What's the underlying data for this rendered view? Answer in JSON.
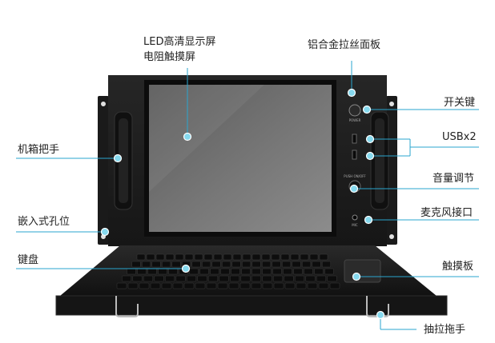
{
  "labels": {
    "lcd_line1": "LED高清显示屏",
    "lcd_line2": "电阻触摸屏",
    "panel": "铝合金拉丝面板",
    "power_switch": "开关键",
    "usb": "USBx2",
    "handle": "机箱把手",
    "volume": "音量调节",
    "mount_holes": "嵌入式孔位",
    "mic_port": "麦克风接口",
    "keyboard": "键盘",
    "touchpad": "触摸板",
    "drawer_handle": "抽拉拖手"
  },
  "device": {
    "power_text": "POWER",
    "volume_text": "PUSH ON/OFF",
    "mic_text": "MIC"
  },
  "colors": {
    "chassis": "#1c1c1c",
    "screen": "#6a6a6a",
    "marker": "#86d9ee",
    "leader": "#2aa6cf"
  }
}
